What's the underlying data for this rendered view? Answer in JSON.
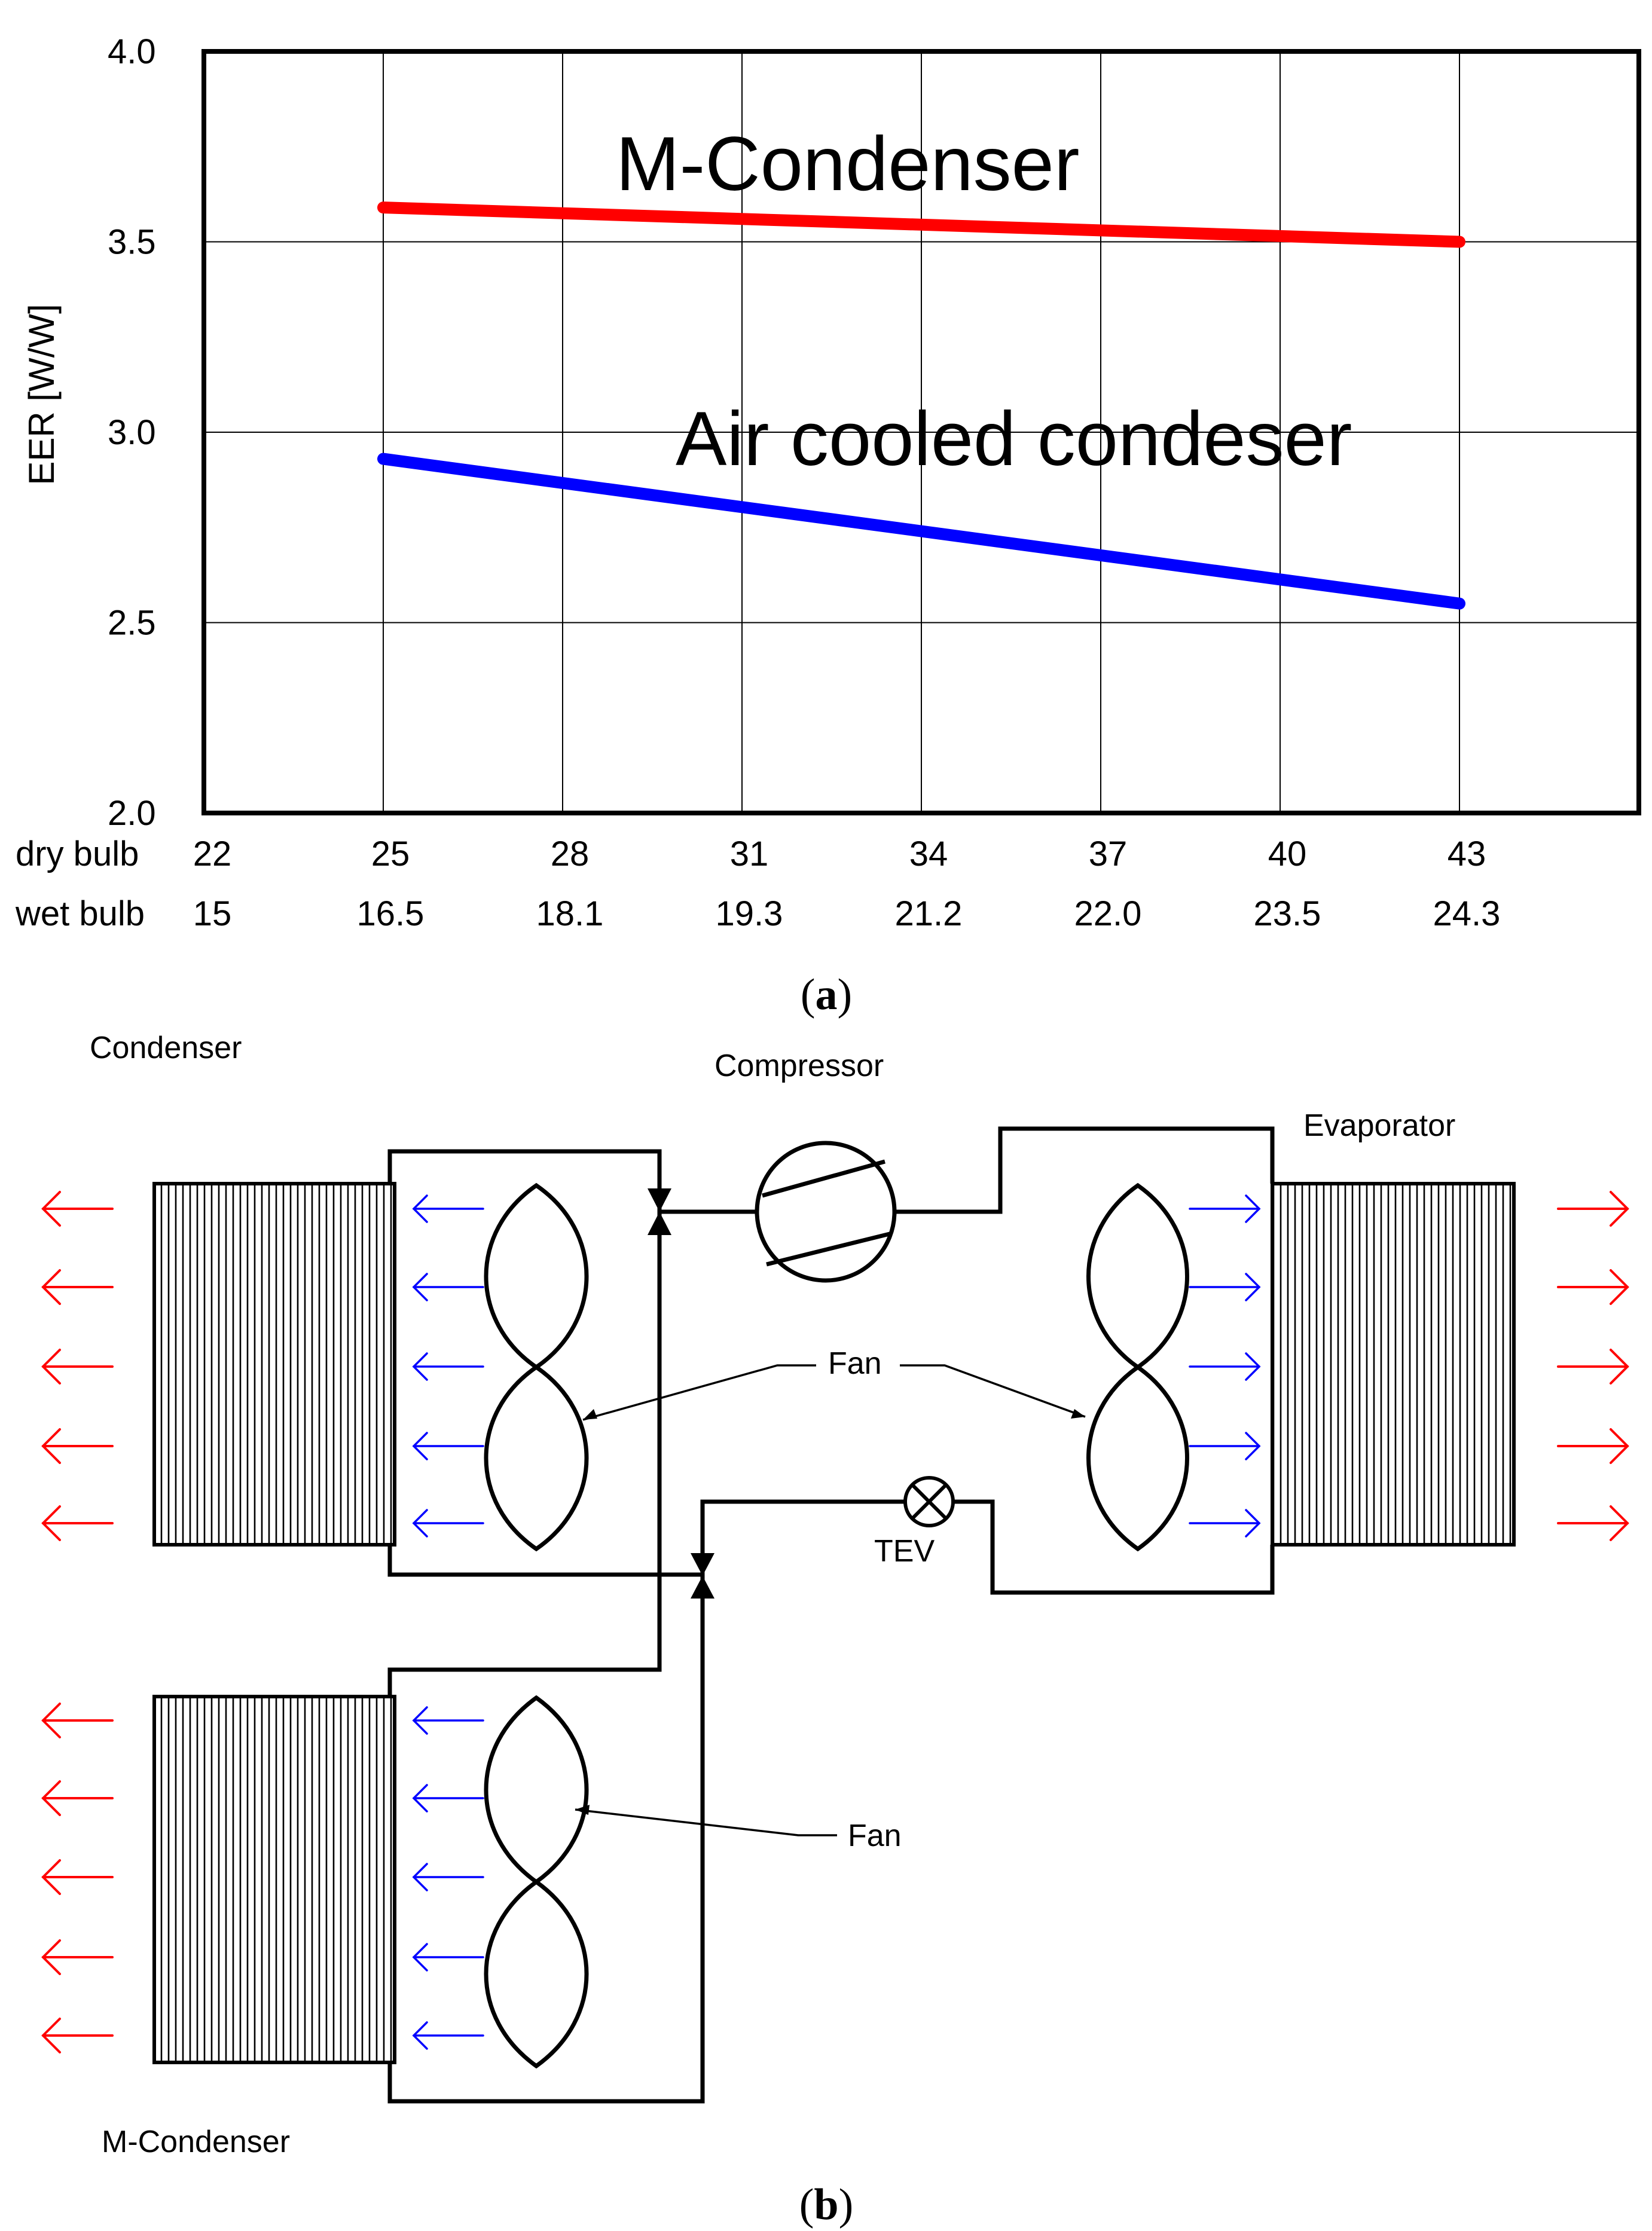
{
  "chart_data": {
    "type": "line",
    "ylabel": "EER [W/W]",
    "ylim": [
      2.0,
      4.0
    ],
    "yticks": [
      "4.0",
      "3.5",
      "3.0",
      "2.5",
      "2.0"
    ],
    "x_rows": [
      {
        "label": "dry bulb",
        "ticks": [
          "22",
          "25",
          "28",
          "31",
          "34",
          "37",
          "40",
          "43"
        ]
      },
      {
        "label": "wet bulb",
        "ticks": [
          "15",
          "16.5",
          "18.1",
          "19.3",
          "21.2",
          "22.0",
          "23.5",
          "24.3"
        ]
      }
    ],
    "xlim": [
      22,
      46
    ],
    "grid": true,
    "series": [
      {
        "name": "M-Condenser",
        "color": "#ff0000",
        "x": [
          25,
          43
        ],
        "y": [
          3.59,
          3.5
        ]
      },
      {
        "name": "Air cooled condeser",
        "color": "#0000ff",
        "x": [
          25,
          43
        ],
        "y": [
          2.93,
          2.55
        ]
      }
    ]
  },
  "caption_a": {
    "open": "(",
    "letter": "a",
    "close": ")"
  },
  "diagram": {
    "labels": {
      "condenser": "Condenser",
      "compressor": "Compressor",
      "evaporator": "Evaporator",
      "fan_top": "Fan",
      "tev": "TEV",
      "fan_bottom": "Fan",
      "m_condenser": "M-Condenser"
    },
    "colors": {
      "airflow_out": "#ff0000",
      "airflow_fan": "#0000ff",
      "lines": "#000000"
    }
  },
  "caption_b": {
    "open": "(",
    "letter": "b",
    "close": ")"
  }
}
